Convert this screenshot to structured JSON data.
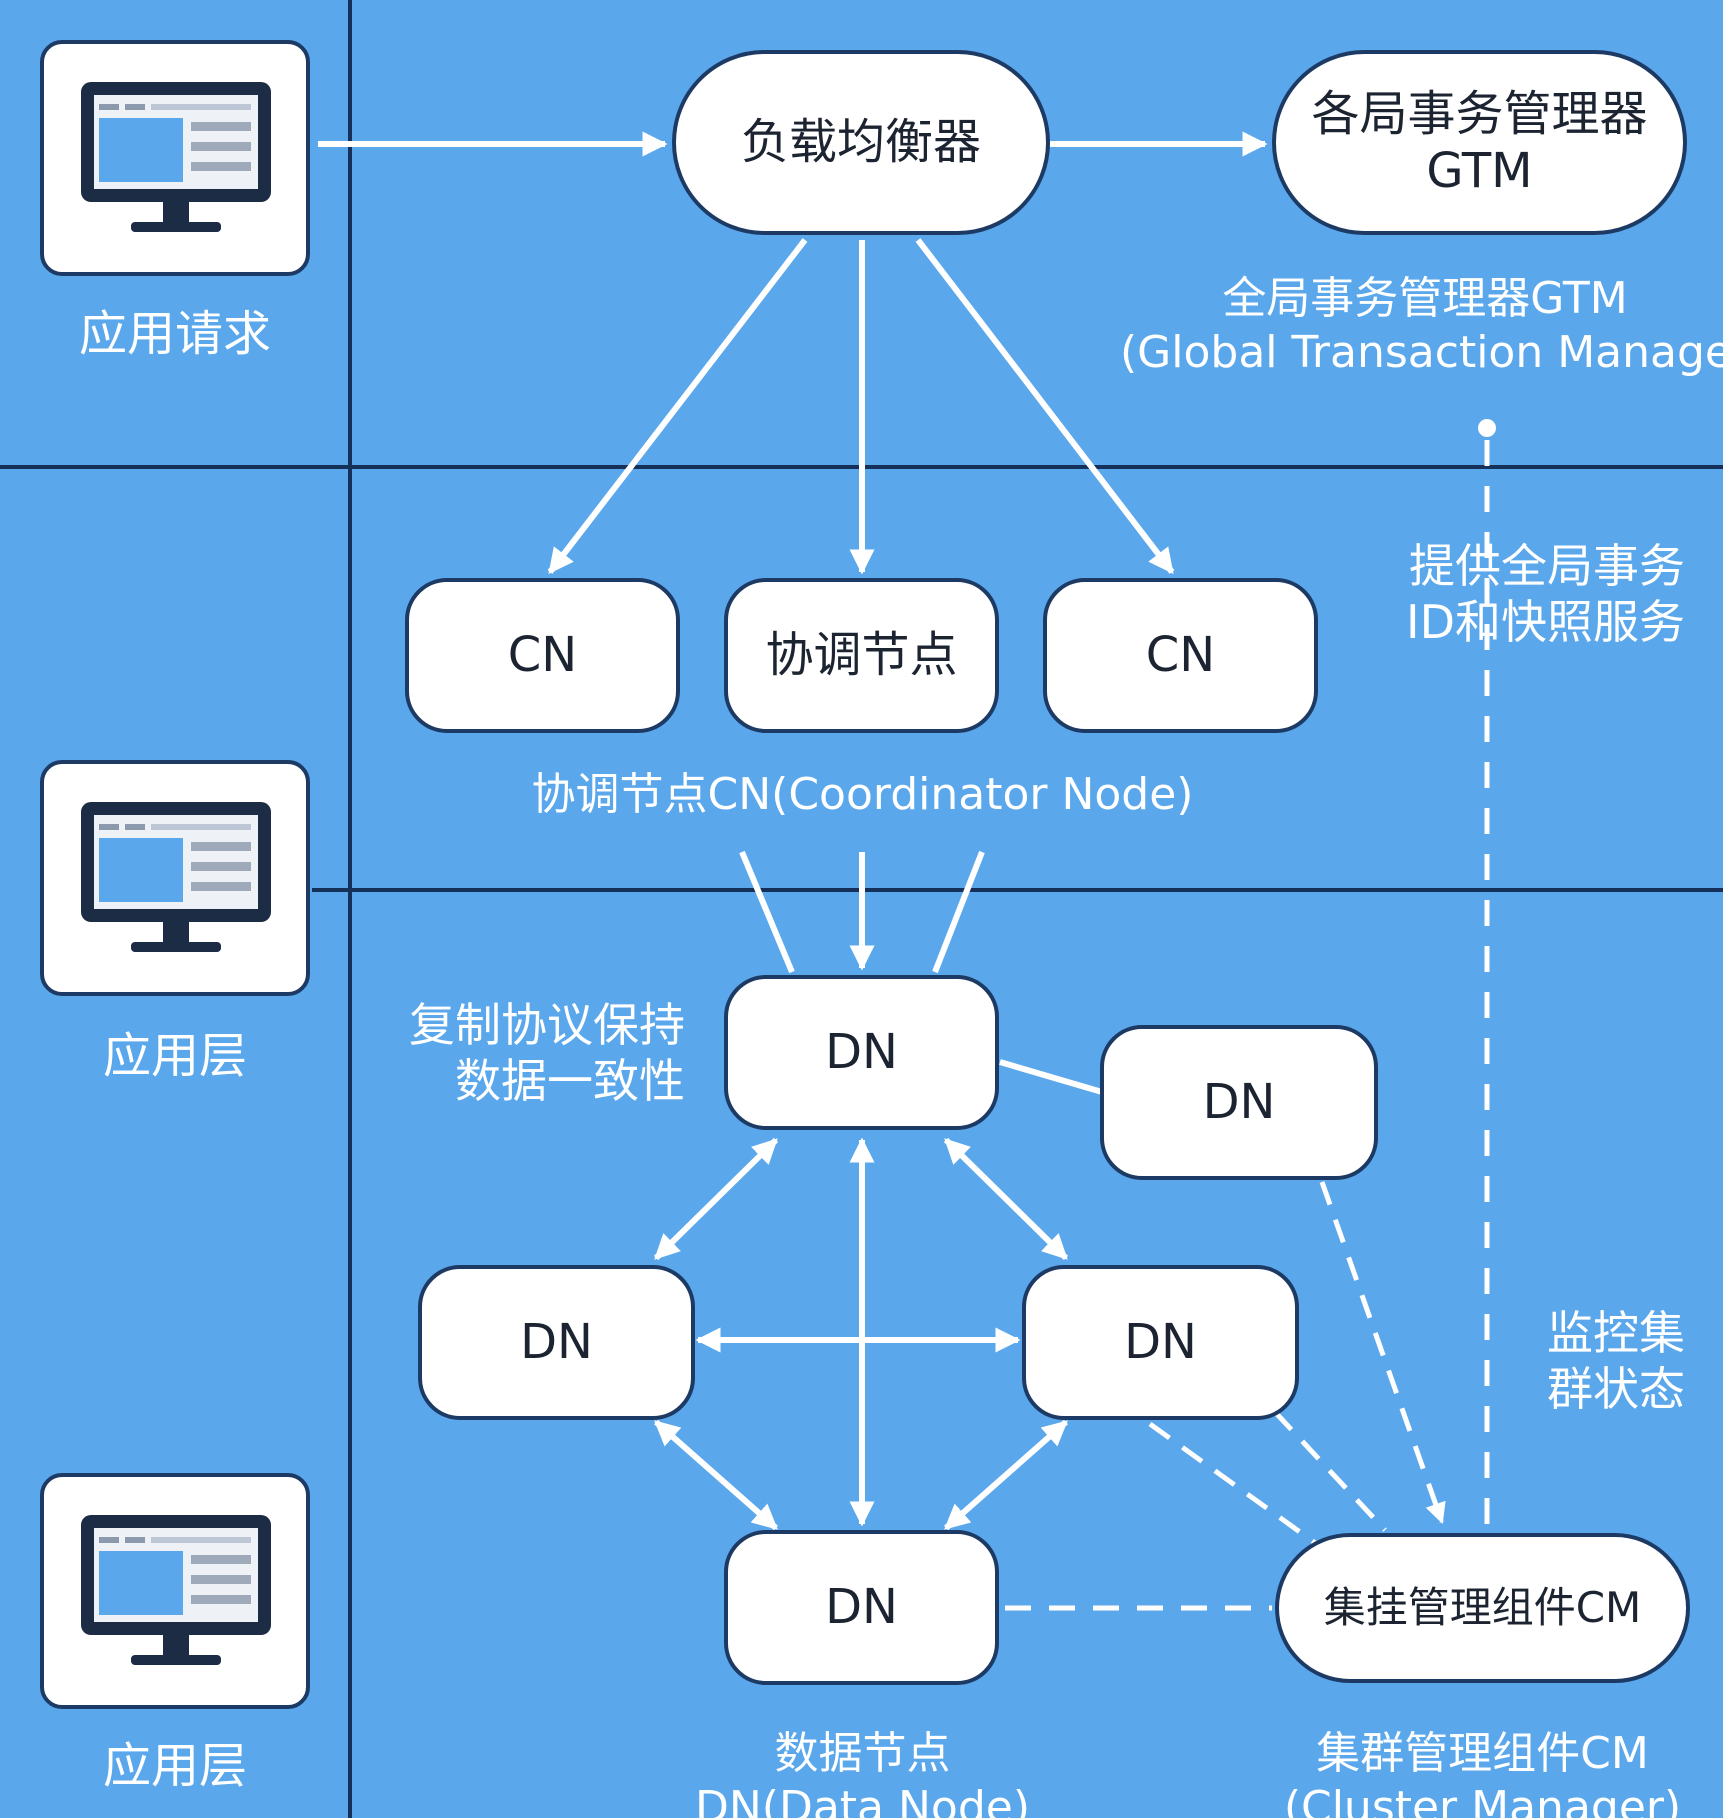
{
  "colors": {
    "background": "#5aa7ec",
    "divider": "#15315a",
    "node_fill": "#ffffff",
    "node_border": "#1c3a63",
    "arrow": "#ffffff",
    "label_text": "#ffffff",
    "node_text": "#1c2431"
  },
  "app_column": [
    {
      "icon": "desktop-monitor-icon",
      "label": "应用请求"
    },
    {
      "icon": "desktop-monitor-icon",
      "label": "应用层"
    },
    {
      "icon": "desktop-monitor-icon",
      "label": "应用层"
    }
  ],
  "nodes": {
    "load_balancer": "负载均衡器",
    "gtm_line1": "各局事务管理器",
    "gtm_line2": "GTM",
    "cn_left": "CN",
    "cn_center": "协调节点",
    "cn_right": "CN",
    "dn_top": "DN",
    "dn_right": "DN",
    "dn_left": "DN",
    "dn_mid_right": "DN",
    "dn_bottom": "DN",
    "cm": "集挂管理组件CM"
  },
  "labels": {
    "gtm_caption_line1": "全局事务管理器GTM",
    "gtm_caption_line2": "(Global Transaction Manager)",
    "gtm_service_line1": "提供全局事务",
    "gtm_service_line2": "ID和快照服务",
    "cn_caption": "协调节点CN(Coordinator Node)",
    "replication_line1": "复制协议保持",
    "replication_line2": "数据一致性",
    "monitor_line1": "监控集",
    "monitor_line2": "群状态",
    "dn_caption_line1": "数据节点",
    "dn_caption_line2": "DN(Data Node)",
    "cm_caption_line1": "集群管理组件CM",
    "cm_caption_line2": "(Cluster Manager)"
  }
}
